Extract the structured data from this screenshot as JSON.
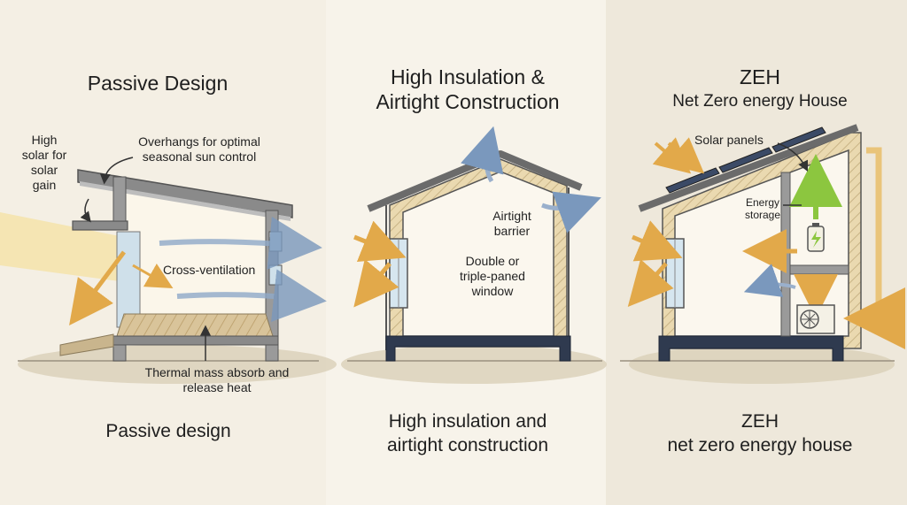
{
  "panels": [
    {
      "title": "Passive Design",
      "caption": "Passive design",
      "labels": {
        "high_solar": "High solar for solar gain",
        "overhangs": "Overhangs for optimal seasonal sun control",
        "cross_ventilation": "Cross-ventilation",
        "thermal_mass": "Thermal mass absorb and release heat"
      }
    },
    {
      "title_line1": "High Insulation &",
      "title_line2": "Airtight Construction",
      "caption_line1": "High insulation and",
      "caption_line2": "airtight construction",
      "labels": {
        "airtight_barrier": "Airtight barrier",
        "window": "Double or triple-paned window"
      }
    },
    {
      "title_line1": "ZEH",
      "title_line2": "Net Zero energy House",
      "caption_line1": "ZEH",
      "caption_line2": "net zero energy house",
      "labels": {
        "solar_panels": "Solar panels",
        "energy_storage": "Energy storage"
      }
    }
  ],
  "colors": {
    "wall": "#6e6e6e",
    "insulation": "#e8d9b3",
    "foundation": "#2f3a4f",
    "airflow": "#6f8fb4",
    "sun": "#e6b04a",
    "energy": "#8cc63f",
    "ground": "#d8cdb5"
  },
  "icons": [
    "sun-arrow-icon",
    "airflow-arrow-icon",
    "battery-icon",
    "heat-pump-icon",
    "solar-panel-icon"
  ]
}
